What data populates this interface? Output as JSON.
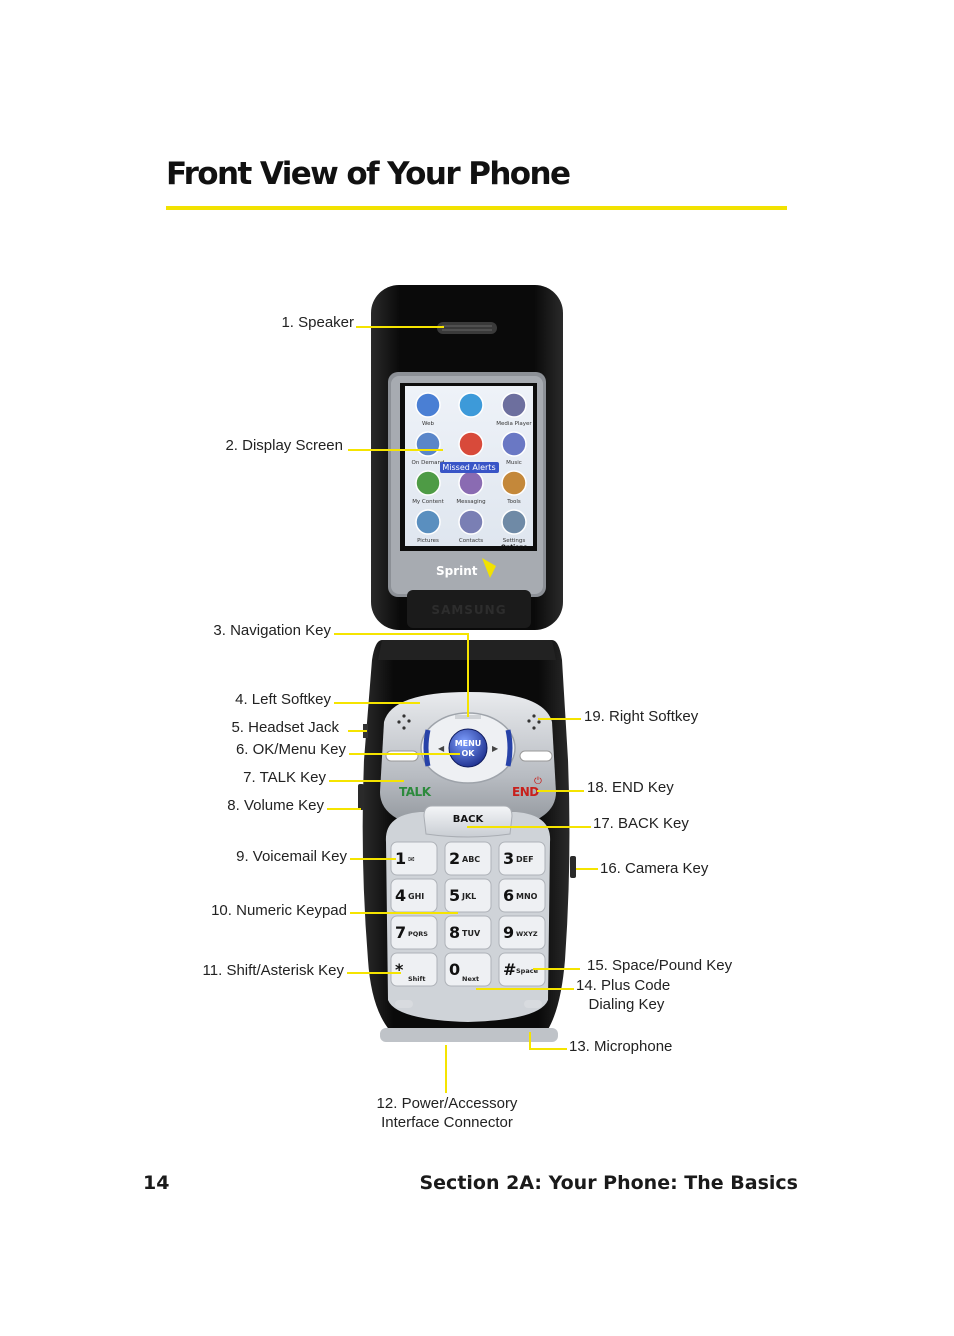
{
  "page": {
    "title": "Front View of Your Phone",
    "page_number": "14",
    "section": "Section 2A: Your Phone: The Basics"
  },
  "phone": {
    "brand": "Sprint",
    "maker": "SAMSUNG",
    "screen": {
      "icons": [
        {
          "label": "Web",
          "icon": "globe-icon"
        },
        {
          "label": "",
          "icon": "phone-icon"
        },
        {
          "label": "Media Player",
          "icon": "film-icon"
        },
        {
          "label": "On Demand",
          "icon": "clock-icon"
        },
        {
          "label": "",
          "icon": "help-icon"
        },
        {
          "label": "Music",
          "icon": "music-note-icon"
        },
        {
          "label": "My Content",
          "icon": "download-icon"
        },
        {
          "label": "Messaging",
          "icon": "envelope-icon"
        },
        {
          "label": "Tools",
          "icon": "clock-icon"
        },
        {
          "label": "Pictures",
          "icon": "camera-icon"
        },
        {
          "label": "Contacts",
          "icon": "contacts-icon"
        },
        {
          "label": "Settings",
          "icon": "gear-icon"
        }
      ],
      "alert": "Missed Alerts",
      "softkey": "Options"
    },
    "keys": {
      "menu_line1": "MENU",
      "menu_line2": "OK",
      "talk": "TALK",
      "end": "END",
      "back": "BACK",
      "keypad": [
        {
          "digit": "1",
          "letters": "✉"
        },
        {
          "digit": "2",
          "letters": "ABC"
        },
        {
          "digit": "3",
          "letters": "DEF"
        },
        {
          "digit": "4",
          "letters": "GHI"
        },
        {
          "digit": "5",
          "letters": "JKL"
        },
        {
          "digit": "6",
          "letters": "MNO"
        },
        {
          "digit": "7",
          "letters": "PQRS"
        },
        {
          "digit": "8",
          "letters": "TUV"
        },
        {
          "digit": "9",
          "letters": "WXYZ"
        },
        {
          "digit": "*",
          "letters": "Shift"
        },
        {
          "digit": "0",
          "letters": "Next"
        },
        {
          "digit": "#",
          "letters": "Space"
        }
      ]
    }
  },
  "callouts": {
    "c1": "1. Speaker",
    "c2": "2. Display Screen",
    "c3": "3. Navigation Key",
    "c4": "4. Left Softkey",
    "c5": "5. Headset Jack",
    "c6": "6. OK/Menu Key",
    "c7": "7. TALK Key",
    "c8": "8. Volume Key",
    "c9": "9. Voicemail Key",
    "c10": "10. Numeric Keypad",
    "c11": "11. Shift/Asterisk Key",
    "c12": "12. Power/Accessory\nInterface Connector",
    "c13": "13. Microphone",
    "c14": "14. Plus Code\n   Dialing Key",
    "c15": "15. Space/Pound Key",
    "c16": "16. Camera Key",
    "c17": "17. BACK Key",
    "c18": "18. END Key",
    "c19": "19. Right Softkey"
  },
  "colors": {
    "accent": "#f2e200",
    "phone_body": "#111111",
    "keypad": "#dcdfe4",
    "talk": "#2c8a3c",
    "end": "#c8201c",
    "nav_blue": "#2742a8"
  }
}
